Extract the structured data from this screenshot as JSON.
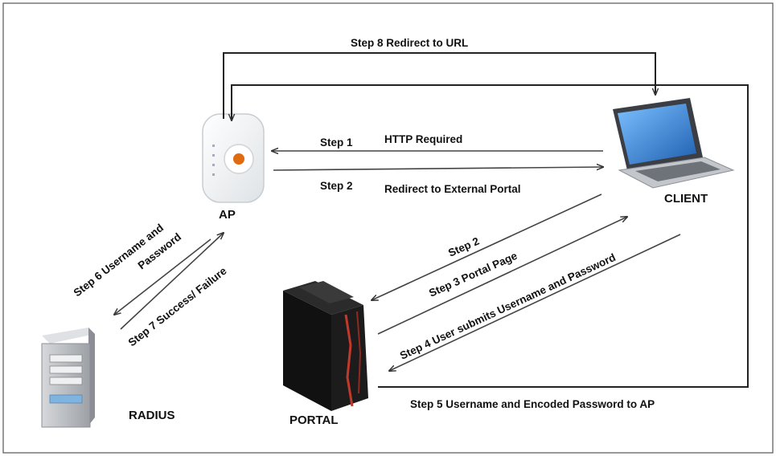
{
  "nodes": {
    "ap": "AP",
    "client": "CLIENT",
    "radius": "RADIUS",
    "portal": "PORTAL"
  },
  "steps": {
    "step1_num": "Step 1",
    "step1_text": "HTTP Required",
    "step2a_num": "Step 2",
    "step2a_text": "Redirect to External Portal",
    "step2b": "Step 2",
    "step3": "Step 3    Portal  Page",
    "step4": "Step 4   User  submits  Username  and  Password",
    "step5": "Step 5     Username and Encoded  Password to AP",
    "step6_line1": "Step 6   Username and",
    "step6_line2": "Password",
    "step7": "Step 7  Success/ Failure",
    "step8": "Step 8   Redirect to URL"
  },
  "colors": {
    "line": "#444444",
    "frame": "#333333",
    "server_gray": "#b9bcc0",
    "portal_black": "#161616",
    "portal_red": "#c0392b",
    "laptop_screen": "#2f7fd6",
    "ap_orange": "#e06a10"
  }
}
